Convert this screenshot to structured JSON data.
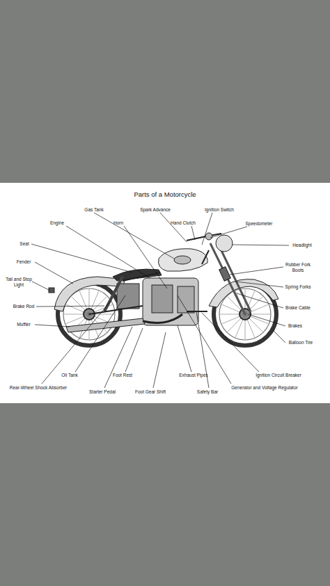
{
  "diagram": {
    "title": "Parts of a Motorcycle",
    "labels": [
      "Gas Tank",
      "Spark Advance",
      "Ignition Switch",
      "Engine",
      "Horn",
      "Hand Clutch",
      "Speedometer",
      "Seat",
      "Headlight",
      "Fender",
      "Rubber Fork Boots",
      "Tail and Stop Light",
      "Spring Forks",
      "Brake Rod",
      "Brake Cable",
      "Muffler",
      "Brakes",
      "Balloon Tire",
      "Oil Tank",
      "Ignition Circuit Breaker",
      "Rear-Wheel Shock Absorber",
      "Starter Pedal",
      "Foot Rest",
      "Foot Gear Shift",
      "Exhaust Pipes",
      "Safety Bar",
      "Generator and Voltage Regulator"
    ]
  }
}
